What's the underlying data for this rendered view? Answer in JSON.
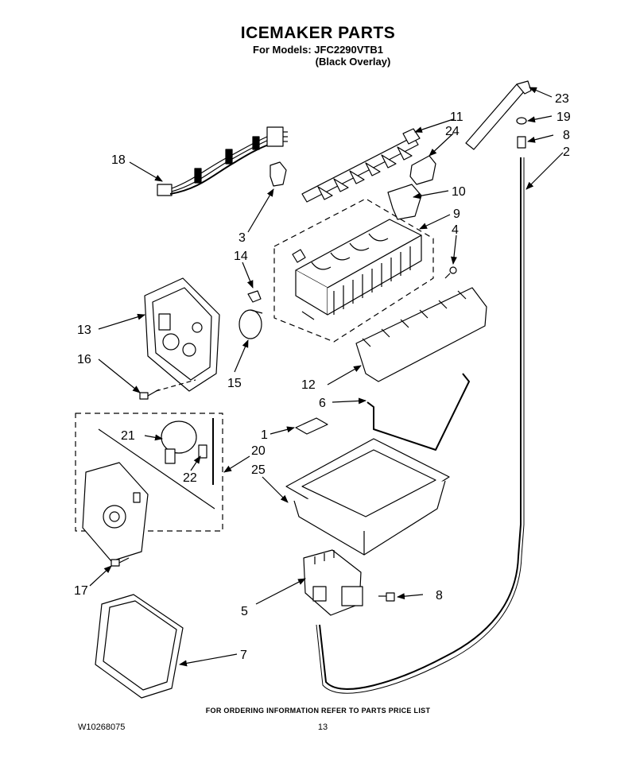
{
  "header": {
    "title": "ICEMAKER PARTS",
    "models": "For Models: JFC2290VTB1",
    "overlay": "(Black Overlay)"
  },
  "callouts": {
    "c1": "1",
    "c2": "2",
    "c3": "3",
    "c4": "4",
    "c5": "5",
    "c6": "6",
    "c7": "7",
    "c8a": "8",
    "c8b": "8",
    "c9": "9",
    "c10": "10",
    "c11": "11",
    "c12": "12",
    "c13": "13",
    "c14": "14",
    "c15": "15",
    "c16": "16",
    "c17": "17",
    "c18": "18",
    "c19": "19",
    "c20": "20",
    "c21": "21",
    "c22": "22",
    "c23": "23",
    "c24": "24",
    "c25": "25"
  },
  "footer": {
    "ordering_note": "FOR ORDERING INFORMATION REFER TO PARTS PRICE LIST",
    "doc_number": "W10268075",
    "page_number": "13"
  }
}
